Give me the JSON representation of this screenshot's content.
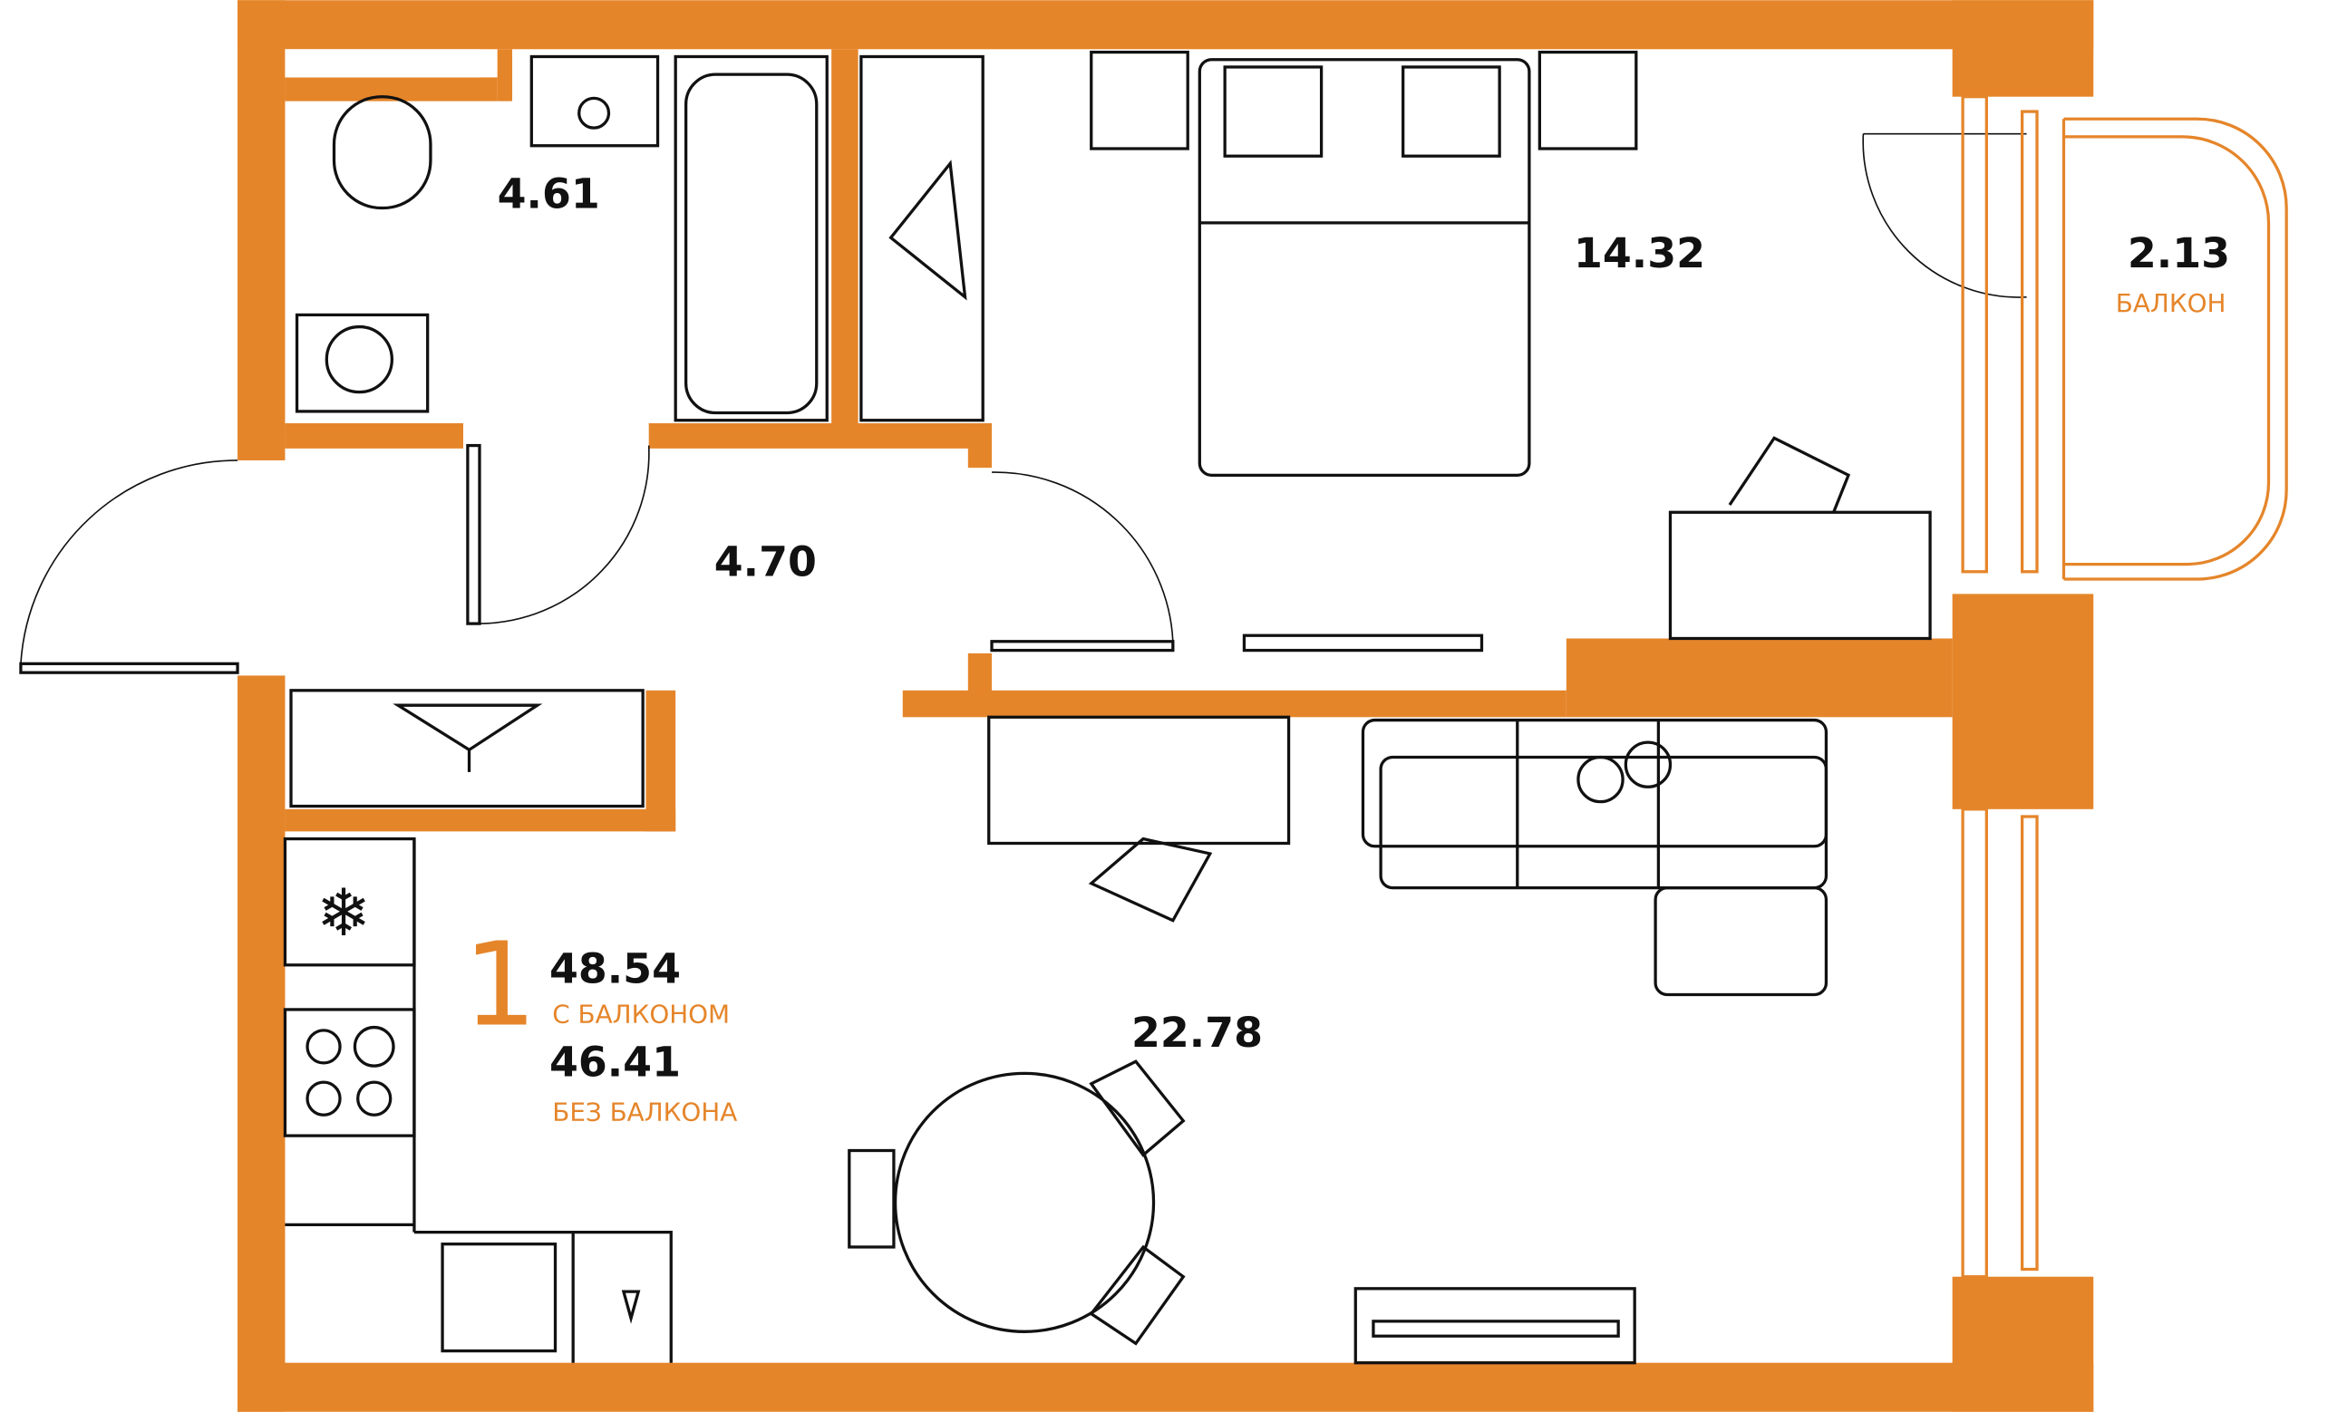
{
  "rooms": {
    "bathroom": {
      "area": "4.61"
    },
    "bedroom": {
      "area": "14.32"
    },
    "balcony": {
      "area": "2.13",
      "label": "БАЛКОН"
    },
    "hallway": {
      "area": "4.70"
    },
    "living": {
      "area": "22.78"
    }
  },
  "summary": {
    "rooms_count": "1",
    "total_with_balcony": "48.54",
    "with_balcony_label": "С БАЛКОНОМ",
    "total_without_balcony": "46.41",
    "without_balcony_label": "БЕЗ БАЛКОНА"
  },
  "colors": {
    "accent": "#E5852A",
    "lines": "#111111"
  }
}
